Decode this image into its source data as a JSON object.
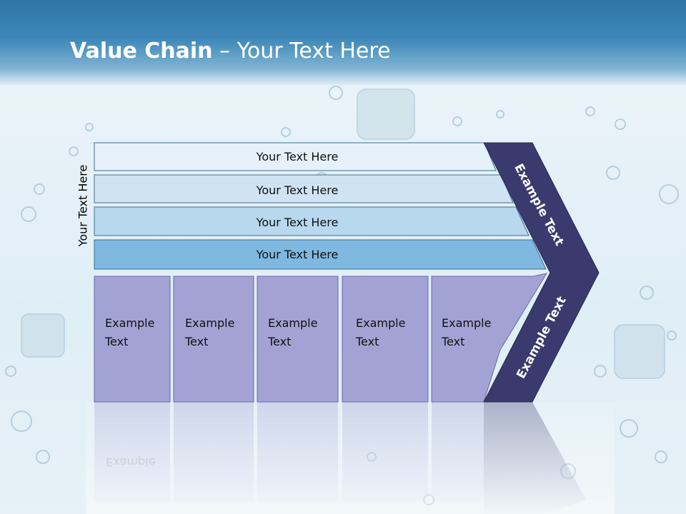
{
  "title": {
    "bold": "Value Chain",
    "rest": " – Your Text Here"
  },
  "side_label": "Your Text Here",
  "rows": [
    "Your Text Here",
    "Your Text Here",
    "Your Text Here",
    "Your Text Here"
  ],
  "cells": [
    [
      "Example",
      "Text"
    ],
    [
      "Example",
      "Text"
    ],
    [
      "Example",
      "Text"
    ],
    [
      "Example",
      "Text"
    ],
    [
      "Example",
      "Text"
    ]
  ],
  "arrow_top_label": "Example Text",
  "arrow_bottom_label": "Example Text",
  "colors": {
    "row_fills": [
      "#e6f1fa",
      "#cfe3f3",
      "#b7d8ee",
      "#7fb8e0"
    ],
    "row_stroke": "#3f6f8f",
    "cell_fill": "#a2a2d4",
    "cell_stroke": "#6a6aa8",
    "arrow_fill": "#3a3a6e"
  }
}
